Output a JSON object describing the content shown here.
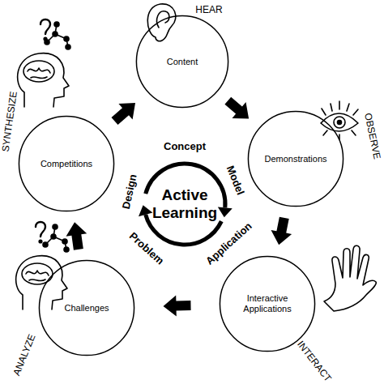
{
  "diagram": {
    "nodes": [
      {
        "text": [
          "Content"
        ]
      },
      {
        "text": [
          "Demonstrations"
        ]
      },
      {
        "text": [
          "Interactive Applications"
        ]
      },
      {
        "text": [
          "Challenges"
        ]
      },
      {
        "text": [
          "Competitions"
        ]
      }
    ],
    "edges": [
      {
        "from": 0,
        "to": 1,
        "arrow": "to"
      },
      {
        "from": 1,
        "to": 2,
        "arrow": "to"
      },
      {
        "from": 2,
        "to": 3,
        "arrow": "to"
      },
      {
        "from": 3,
        "to": 4,
        "arrow": "to"
      },
      {
        "from": 4,
        "to": 0,
        "arrow": "to"
      }
    ],
    "labels": [
      "HEAR",
      "OBSERVE",
      "INTERACT",
      "ANALYZE",
      "SYNTHESIZE",
      "Concept",
      "Model",
      "Application",
      "Problem",
      "Design",
      "Active Learning"
    ]
  }
}
